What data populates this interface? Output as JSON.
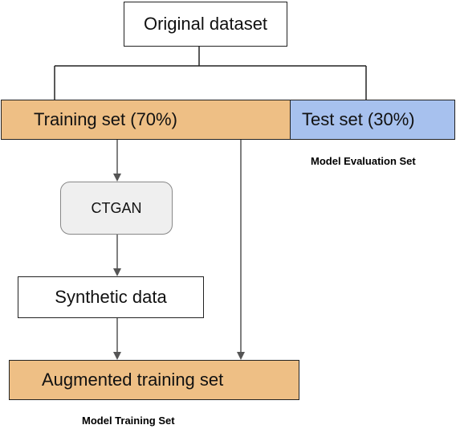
{
  "colors": {
    "training_fill": "#eebf85",
    "test_fill": "#a7c1ee",
    "ctgan_fill": "#efefef",
    "arrow": "#555555",
    "connector": "#222222"
  },
  "nodes": {
    "original": "Original dataset",
    "training": "Training set (70%)",
    "test": "Test set (30%)",
    "ctgan": "CTGAN",
    "synthetic": "Synthetic data",
    "augmented": "Augmented training set"
  },
  "captions": {
    "evaluation": "Model Evaluation Set",
    "training": "Model Training Set"
  },
  "edges": [
    {
      "from": "original",
      "to": "training"
    },
    {
      "from": "original",
      "to": "test"
    },
    {
      "from": "training",
      "to": "ctgan"
    },
    {
      "from": "ctgan",
      "to": "synthetic"
    },
    {
      "from": "synthetic",
      "to": "augmented"
    },
    {
      "from": "training",
      "to": "augmented"
    }
  ]
}
